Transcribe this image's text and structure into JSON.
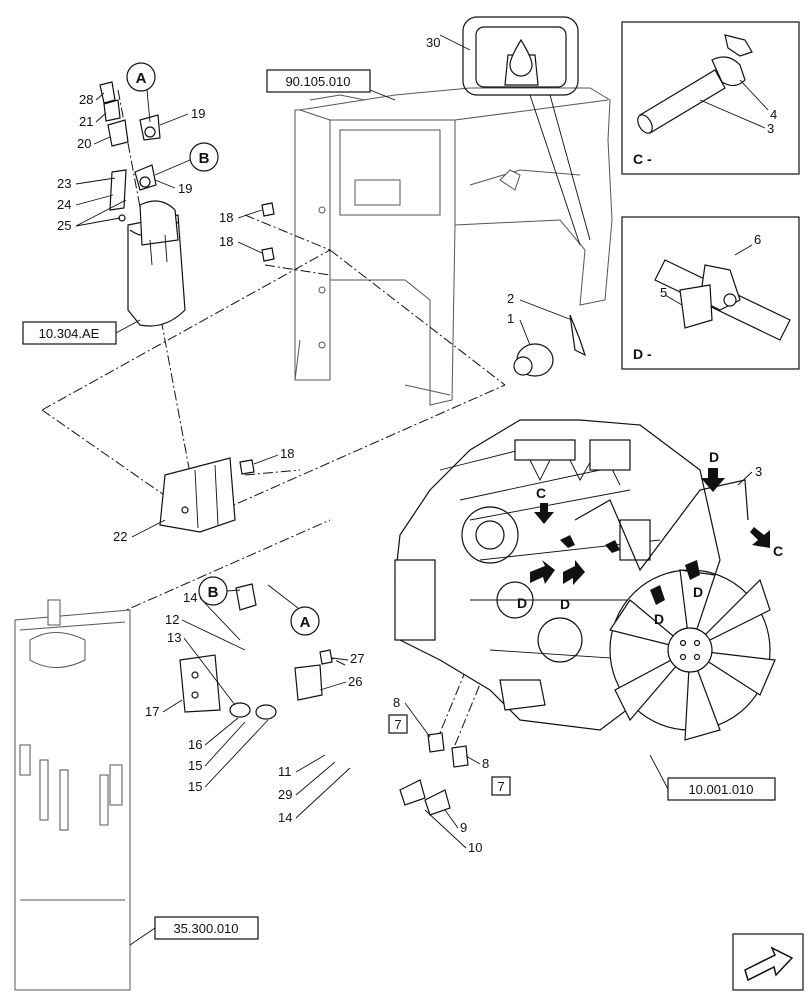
{
  "references": {
    "frame": "90.105.010",
    "filter": "10.304.AE",
    "engine": "10.001.010",
    "tank": "35.300.010"
  },
  "details": {
    "c_label": "C -",
    "d_label": "D -"
  },
  "circle_refs": {
    "a": "A",
    "b": "B"
  },
  "view_arrows": {
    "c": "C",
    "d": "D"
  },
  "boxed_callouts": {
    "seven": "7"
  },
  "callouts": {
    "c1": "1",
    "c2": "2",
    "c3": "3",
    "c4": "4",
    "c5": "5",
    "c6": "6",
    "c8": "8",
    "c9": "9",
    "c10": "10",
    "c11": "11",
    "c12": "12",
    "c13": "13",
    "c14": "14",
    "c15": "15",
    "c16": "16",
    "c17": "17",
    "c18": "18",
    "c19": "19",
    "c20": "20",
    "c21": "21",
    "c22": "22",
    "c23": "23",
    "c24": "24",
    "c25": "25",
    "c26": "26",
    "c27": "27",
    "c28": "28",
    "c29": "29",
    "c30": "30"
  }
}
